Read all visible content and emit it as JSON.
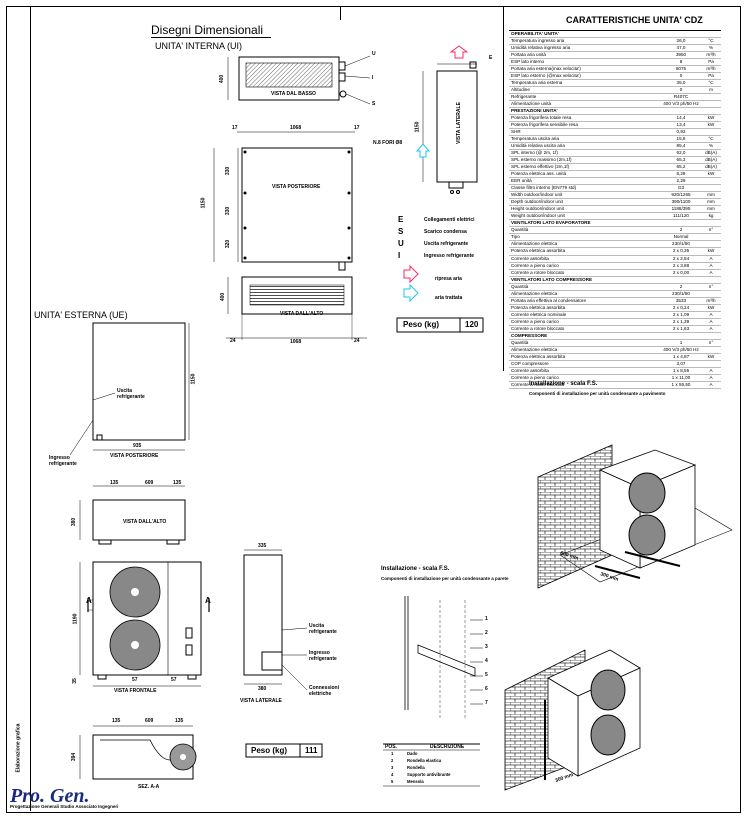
{
  "titles": {
    "main": "Disegni Dimensionali",
    "internal_unit": "UNITA' INTERNA (UI)",
    "external_unit": "UNITA' ESTERNA (UE)",
    "characteristics": "CARATTERISTICHE UNITA' CDZ"
  },
  "internal_views": {
    "from_below": "VISTA DAL BASSO",
    "rear": "VISTA POSTERIORE",
    "side": "VISTA LATERALE",
    "top": "VISTA DALL'ALTO",
    "holes": "N.8 FORI Ø8"
  },
  "internal_dims": {
    "d400a": "400",
    "d17a": "17",
    "d1068": "1068",
    "d17b": "17",
    "d1150": "1150",
    "d330a": "330",
    "d330b": "330",
    "d320": "320",
    "d400b": "400",
    "d24a": "24",
    "d1068b": "1068",
    "d24b": "24",
    "d1150side": "1150"
  },
  "internal_markers": {
    "u": "U",
    "i": "I",
    "s": "S",
    "e": "E"
  },
  "legend": [
    {
      "key": "E",
      "text": "Collegamenti elettrici"
    },
    {
      "key": "S",
      "text": "Scarico condensa"
    },
    {
      "key": "U",
      "text": "Uscita refrigerante"
    },
    {
      "key": "I",
      "text": "Ingresso refrigerante"
    }
  ],
  "air_legend": {
    "intake": "ripresa aria",
    "supply": "aria trattata"
  },
  "weights": {
    "label": "Peso (kg)",
    "internal": "120",
    "external": "111"
  },
  "external_views": {
    "rear": "VISTA POSTERIORE",
    "top": "VISTA DALL'ALTO",
    "front": "VISTA FRONTALE",
    "side": "VISTA LATERALE",
    "section": "SEZ. A-A",
    "refrigerant_out": "Uscita refrigerante",
    "refrigerant_in": "Ingresso refrigerante",
    "refrigerant_out2": "Uscita refrigerante",
    "refrigerant_in2": "Ingresso refrigerante",
    "electrical": "Connessioni elettriche",
    "section_mark_a": "A"
  },
  "external_dims": {
    "d1150": "1150",
    "d935": "935",
    "d135a": "135",
    "d609": "609",
    "d135b": "135",
    "d380a": "380",
    "d1190": "1190",
    "d57a": "57",
    "d57b": "57",
    "d35": "35",
    "d335": "335",
    "d380b": "380",
    "d135c": "135",
    "d609b": "609",
    "d135d": "135",
    "d394": "394"
  },
  "installation": {
    "title1": "Installazione - scala F.S.",
    "sub1": "Componenti di installazione per unità condensante a pavimento",
    "title2": "Installazione - scala F.S.",
    "sub2": "Componenti di installazione per unità condensante a parete",
    "dim_a": "600 mm",
    "dim_b": "300 mm",
    "dim_c": "300 mm",
    "parts_header": [
      "POS.",
      "DESCRIZIONE"
    ],
    "parts": [
      {
        "pos": "1",
        "desc": "Dado"
      },
      {
        "pos": "2",
        "desc": "Rondella elastica"
      },
      {
        "pos": "3",
        "desc": "Rondella"
      },
      {
        "pos": "4",
        "desc": "Supporto antivibrante"
      },
      {
        "pos": "5",
        "desc": "Mensola"
      }
    ],
    "callouts": [
      "1",
      "2",
      "3",
      "4",
      "5",
      "6",
      "7"
    ]
  },
  "footer": {
    "logo": "Pro. Gen.",
    "company": "Progettazione Generali Studio Associato Ingegneri",
    "side_text": "Elaborazione grafica"
  },
  "specs": [
    {
      "label": "OPERABILITA' UNITA'",
      "value": "",
      "unit": "",
      "section": true
    },
    {
      "label": "Temperatura ingresso aria",
      "value": "26,0",
      "unit": "°C"
    },
    {
      "label": "Umidità relativa ingresso aria",
      "value": "47,0",
      "unit": "%"
    },
    {
      "label": "Portata aria unità",
      "value": "3950",
      "unit": "m³/h"
    },
    {
      "label": "ESP lato interno",
      "value": "8",
      "unit": "Pa"
    },
    {
      "label": "Portata aria esterna(max velocita')",
      "value": "6075",
      "unit": "m³/h"
    },
    {
      "label": "ESP lato esterno (@max velocita')",
      "value": "0",
      "unit": "Pa"
    },
    {
      "label": "Temperatura aria esterna",
      "value": "35,0",
      "unit": "°C"
    },
    {
      "label": "Altitudine",
      "value": "0",
      "unit": "m"
    },
    {
      "label": "Refrigerante",
      "value": "R407C",
      "unit": ""
    },
    {
      "label": "Alimentazione unità",
      "value": "400 V/3 ph/50 Hz",
      "unit": ""
    },
    {
      "label": "PRESTAZIONI UNITA'",
      "value": "",
      "unit": "",
      "section": true
    },
    {
      "label": "Potenza frigorifera totale resa",
      "value": "14,4",
      "unit": "kW"
    },
    {
      "label": "Potenza frigorifera sensibile resa",
      "value": "13,4",
      "unit": "kW"
    },
    {
      "label": "SHR",
      "value": "0,93",
      "unit": ""
    },
    {
      "label": "Temperatura uscita aria",
      "value": "15,8",
      "unit": "°C"
    },
    {
      "label": "Umidità relativa uscita aria",
      "value": "85,4",
      "unit": "%"
    },
    {
      "label": "SPL interno (@ 2m, 1f)",
      "value": "62,0",
      "unit": "dB(A)"
    },
    {
      "label": "SPL esterno massimo (2m,1f)",
      "value": "65,3",
      "unit": "dB(A)"
    },
    {
      "label": "SPL esterno effettivo (2m,1f)",
      "value": "65,2",
      "unit": "dB(A)"
    },
    {
      "label": "Potenza elettrica ass. unità",
      "value": "6,29",
      "unit": "kW"
    },
    {
      "label": "EER unità",
      "value": "2,29",
      "unit": ""
    },
    {
      "label": "Classe filtro interno (EN779 std)",
      "value": "G3",
      "unit": ""
    },
    {
      "label": "Width outdoor/indoor unit",
      "value": "920/1265",
      "unit": "mm"
    },
    {
      "label": "Depth outdoor/indoor unit",
      "value": "390/1100",
      "unit": "mm"
    },
    {
      "label": "Height outdoor/indoor unit",
      "value": "1188/395",
      "unit": "mm"
    },
    {
      "label": "Weight outdoor/indoor unit",
      "value": "111/120",
      "unit": "kg"
    },
    {
      "label": "VENTILATORI LATO EVAPORATORE",
      "value": "",
      "unit": "",
      "section": true
    },
    {
      "label": "Quantità",
      "value": "2",
      "unit": "n°"
    },
    {
      "label": "Tipo",
      "value": "Normal",
      "unit": ""
    },
    {
      "label": "Alimentazione elettrica",
      "value": "230/1/50",
      "unit": ""
    },
    {
      "label": "Potenza elettrica assorbita",
      "value": "2 x 0,35",
      "unit": "kW"
    },
    {
      "label": "Corrente assorbita",
      "value": "2 x 2,54",
      "unit": "A"
    },
    {
      "label": "Corrente a pieno carico",
      "value": "2 x 3,88",
      "unit": "A"
    },
    {
      "label": "Corrente a rotore bloccato",
      "value": "2 x 0,00",
      "unit": "A"
    },
    {
      "label": "VENTILATORI LATO COMPRESSORE",
      "value": "",
      "unit": "",
      "section": true
    },
    {
      "label": "Quantità",
      "value": "2",
      "unit": "n°"
    },
    {
      "label": "Alimentazione elettrica",
      "value": "230/1/50",
      "unit": ""
    },
    {
      "label": "Portata aria effettiva al condensatore",
      "value": "3533",
      "unit": "m³/h"
    },
    {
      "label": "Potenza elettrica assorbita",
      "value": "2 x 0,24",
      "unit": "kW"
    },
    {
      "label": "Corrente elettrica nominale",
      "value": "2 x 1,09",
      "unit": "A"
    },
    {
      "label": "Corrente a pieno carico",
      "value": "2 x 1,39",
      "unit": "A"
    },
    {
      "label": "Corrente a rotore bloccato",
      "value": "2 x 1,63",
      "unit": "A"
    },
    {
      "label": "COMPRESSORE",
      "value": "",
      "unit": "",
      "section": true
    },
    {
      "label": "Quantità",
      "value": "1",
      "unit": "n°"
    },
    {
      "label": "Alimentazione elettrica",
      "value": "400 V/3 ph/50 Hz",
      "unit": ""
    },
    {
      "label": "Potenza elettrica assorbita",
      "value": "1 x 4,87",
      "unit": "kW"
    },
    {
      "label": "COP compressore",
      "value": "3,07",
      "unit": ""
    },
    {
      "label": "Corrente assorbita",
      "value": "1 x 8,55",
      "unit": "A"
    },
    {
      "label": "Corrente a pieno carico",
      "value": "1 x 11,00",
      "unit": "A"
    },
    {
      "label": "Corrente a rotore bloccato",
      "value": "1 x 55,50",
      "unit": "A"
    }
  ]
}
